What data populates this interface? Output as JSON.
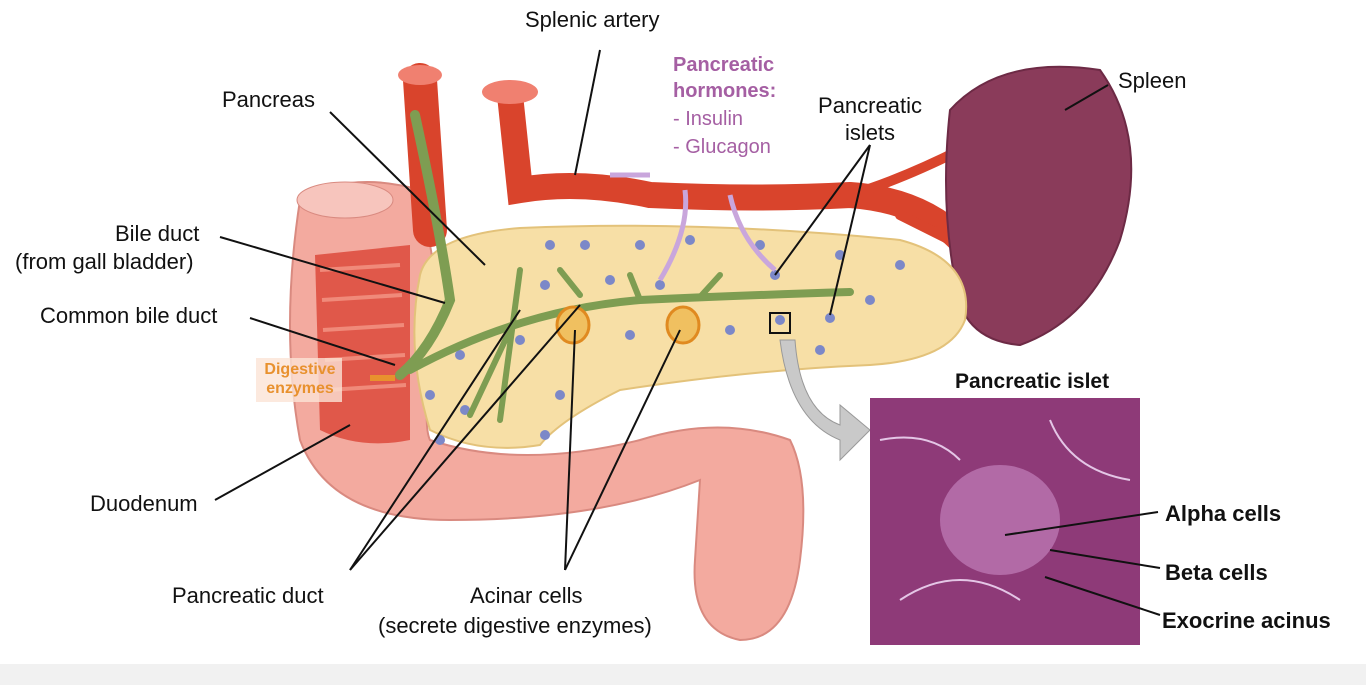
{
  "labels": {
    "splenic_artery": "Splenic artery",
    "pancreas": "Pancreas",
    "hormones_title": "Pancreatic hormones:",
    "hormones": [
      "- Insulin",
      "- Glucagon"
    ],
    "islets": "Pancreatic islets",
    "spleen": "Spleen",
    "bile_duct": "Bile duct",
    "bile_duct_sub": "(from gall bladder)",
    "common_bile_duct": "Common bile duct",
    "digestive_enzymes": "Digestive enzymes",
    "duodenum": "Duodenum",
    "pancreatic_duct": "Pancreatic duct",
    "acinar": "Acinar cells",
    "acinar_sub": "(secrete digestive enzymes)",
    "islet_inset_title": "Pancreatic islet",
    "alpha": "Alpha cells",
    "beta": "Beta cells",
    "exocrine": "Exocrine acinus"
  },
  "colors": {
    "artery": "#d9442c",
    "pancreas": "#f7dfa6",
    "duodenum": "#f0a39a",
    "spleen": "#8a3b5a",
    "duct": "#7e9d52",
    "histology": "#8e3a78",
    "hormone": "#a55fa3",
    "enzyme": "#e8912e"
  }
}
